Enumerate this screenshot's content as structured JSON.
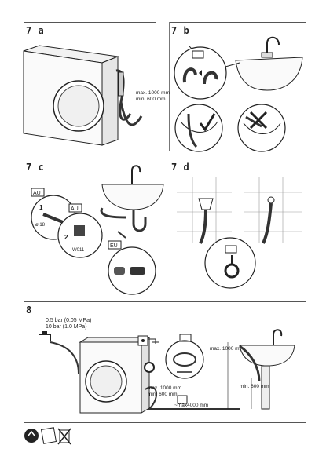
{
  "labels": {
    "panel_7a": "7 a",
    "panel_7b": "7 b",
    "panel_7c": "7 c",
    "panel_7d": "7 d",
    "panel_8": "8"
  },
  "panel_7a": {
    "max_height": "max. 1000 mm",
    "min_height": "min. 600 mm"
  },
  "panel_7c": {
    "region_au_1": "AU",
    "region_au_2": "AU",
    "region_eu": "EU",
    "diameter": "ø 18",
    "step1": "1",
    "step2": "2",
    "part_code": "W011"
  },
  "panel_8": {
    "pressure_min": "0.5 bar (0.05 MPa)",
    "pressure_max": "10 bar (1.0 MPa)",
    "max_1000_a": "max. 1000 mm",
    "min_600_a": "min. 600 mm",
    "max_4000": "~max4000 mm",
    "max_1000_b": "max. 1000 mm",
    "min_600_b": "min. 600 mm"
  }
}
